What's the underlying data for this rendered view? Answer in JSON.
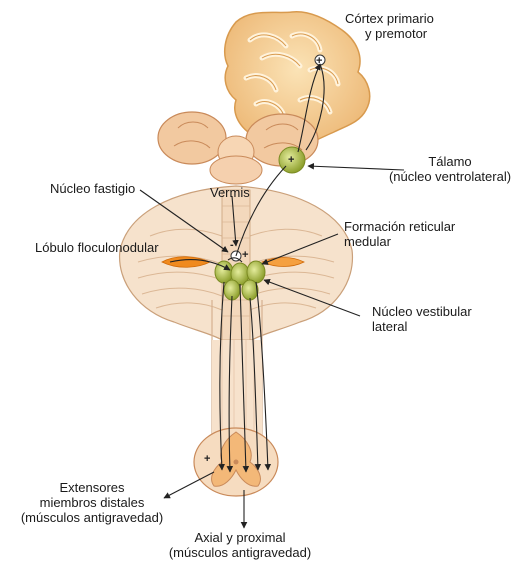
{
  "labels": {
    "cortex": [
      "Córtex primario",
      "y premotor"
    ],
    "thalamus": [
      "Tálamo",
      "(núcleo ventrolateral)"
    ],
    "fastigial": "Núcleo fastigio",
    "vermis": "Vermis",
    "flocculonodular": "Lóbulo floculonodular",
    "reticular": [
      "Formación reticular",
      "medular"
    ],
    "vestibular": [
      "Núcleo vestibular",
      "lateral"
    ],
    "extensors": [
      "Extensores",
      "miembros distales",
      "(músculos antigravedad)"
    ],
    "axial": [
      "Axial y proximal",
      "(músculos antigravedad)"
    ]
  },
  "signs": {
    "plus": "+",
    "minus": "-"
  },
  "colors": {
    "cortex_fill": "#f4c98a",
    "cortex_inner": "#fbe8c4",
    "brainstem_fill": "#f8dcc0",
    "cerebellum_fill": "#f6e2cc",
    "nucleus_green": "#b9c94a",
    "nucleus_green_dark": "#8ea02e",
    "orange_lobe": "#f08a1e",
    "line": "#222222"
  }
}
